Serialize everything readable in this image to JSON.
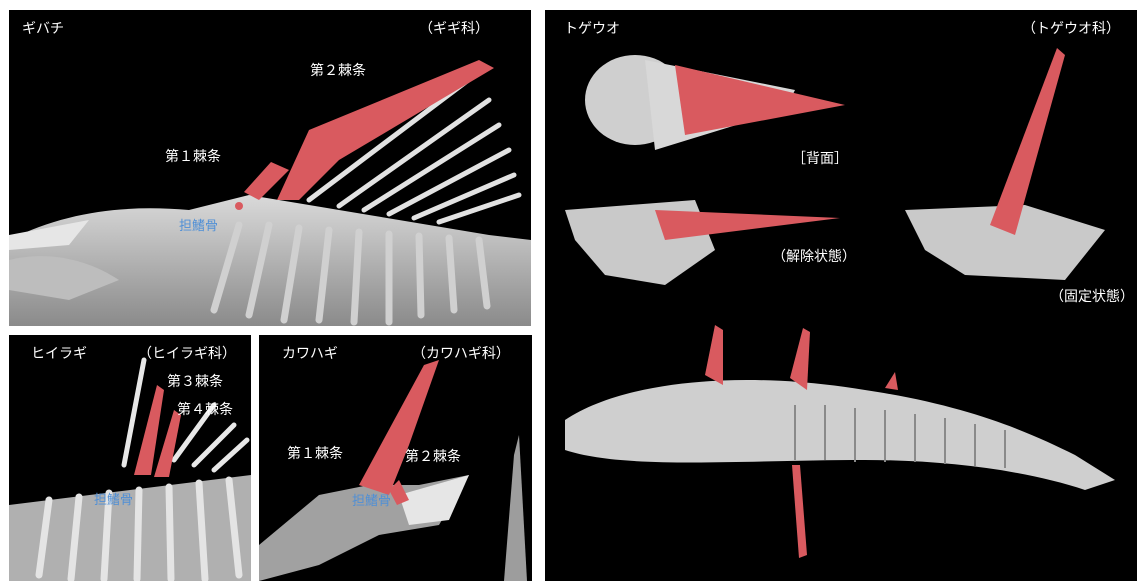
{
  "panels": {
    "gibachi": {
      "name": "ギバチ",
      "family": "（ギギ科）",
      "spine1": "第１棘条",
      "spine2": "第２棘条",
      "bone": "担鰭骨"
    },
    "hiiragi": {
      "name": "ヒイラギ",
      "family": "（ヒイラギ科）",
      "spine3": "第３棘条",
      "spine4": "第４棘条",
      "bone": "担鰭骨"
    },
    "kawahagi": {
      "name": "カワハギ",
      "family": "（カワハギ科）",
      "spine1": "第１棘条",
      "spine2": "第２棘条",
      "bone": "担鰭骨"
    },
    "togeuo": {
      "name": "トゲウオ",
      "family": "（トゲウオ科）",
      "dorsal": "［背面］",
      "released": "（解除状態）",
      "locked": "（固定状態）"
    }
  },
  "colors": {
    "spine": "#d95a5f",
    "bone_label": "#4f8fd6",
    "skeleton": "#d7d7d7",
    "background": "#000000"
  }
}
